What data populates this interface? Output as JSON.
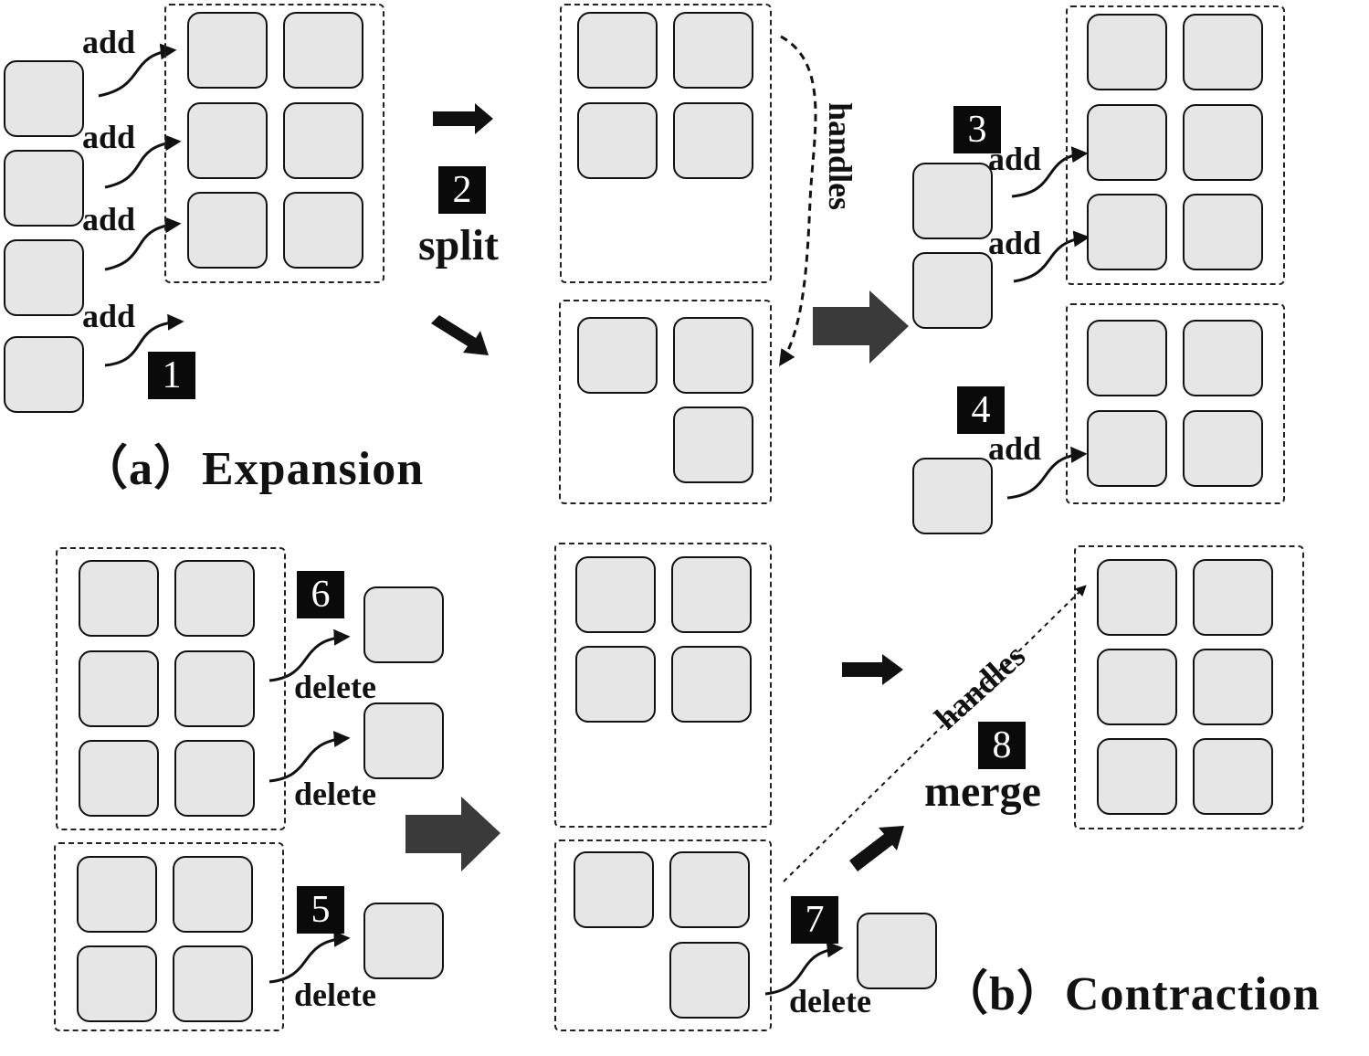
{
  "panels": {
    "expansion": {
      "caption": "（a）Expansion",
      "add_label": "add",
      "split_label": "split",
      "handles_label": "handles",
      "badges": [
        "1",
        "2",
        "3",
        "4"
      ]
    },
    "contraction": {
      "caption": "（b）Contraction",
      "delete_label": "delete",
      "merge_label": "merge",
      "handles_label": "handles",
      "badges": [
        "5",
        "6",
        "7",
        "8"
      ]
    }
  }
}
